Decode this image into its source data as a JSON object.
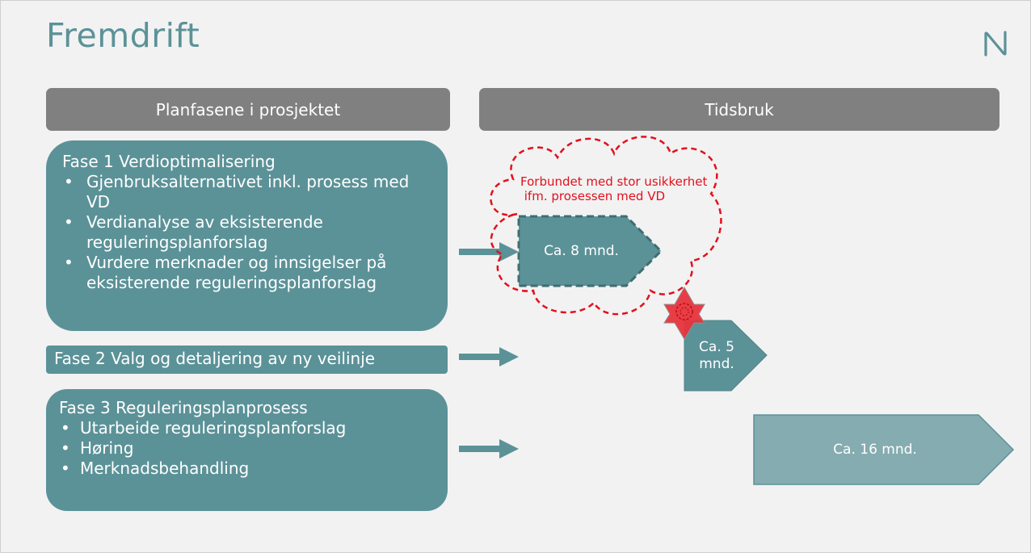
{
  "slide": {
    "title": "Fremdrift",
    "logo": "nye-veier-n-logo"
  },
  "headers": {
    "left": "Planfasene i prosjektet",
    "right": "Tidsbruk"
  },
  "phases": [
    {
      "title": "Fase 1 Verdioptimalisering",
      "bullets": [
        "Gjenbruksalternativet inkl. prosess med VD",
        "Verdianalyse av eksisterende reguleringsplanforslag",
        "Vurdere merknader og innsigelser på eksisterende reguleringsplanforslag"
      ]
    },
    {
      "title": "Fase 2 Valg og detaljering av ny veilinje",
      "bullets": []
    },
    {
      "title": "Fase 3 Reguleringsplanprosess",
      "bullets": [
        "Utarbeide reguleringsplanforslag",
        "Høring",
        "Merknadsbehandling"
      ]
    }
  ],
  "timeline": {
    "durations": [
      "Ca. 8 mnd.",
      "Ca. 5\nmnd.",
      "Ca. 16 mnd."
    ],
    "uncertainty_note": "Forbundet med stor usikkerhet\n ifm. prosessen med VD"
  },
  "colors": {
    "teal": "#5b9298",
    "teal_light": "#85acb0",
    "header_grey": "#808080",
    "risk_red": "#e3101d"
  }
}
